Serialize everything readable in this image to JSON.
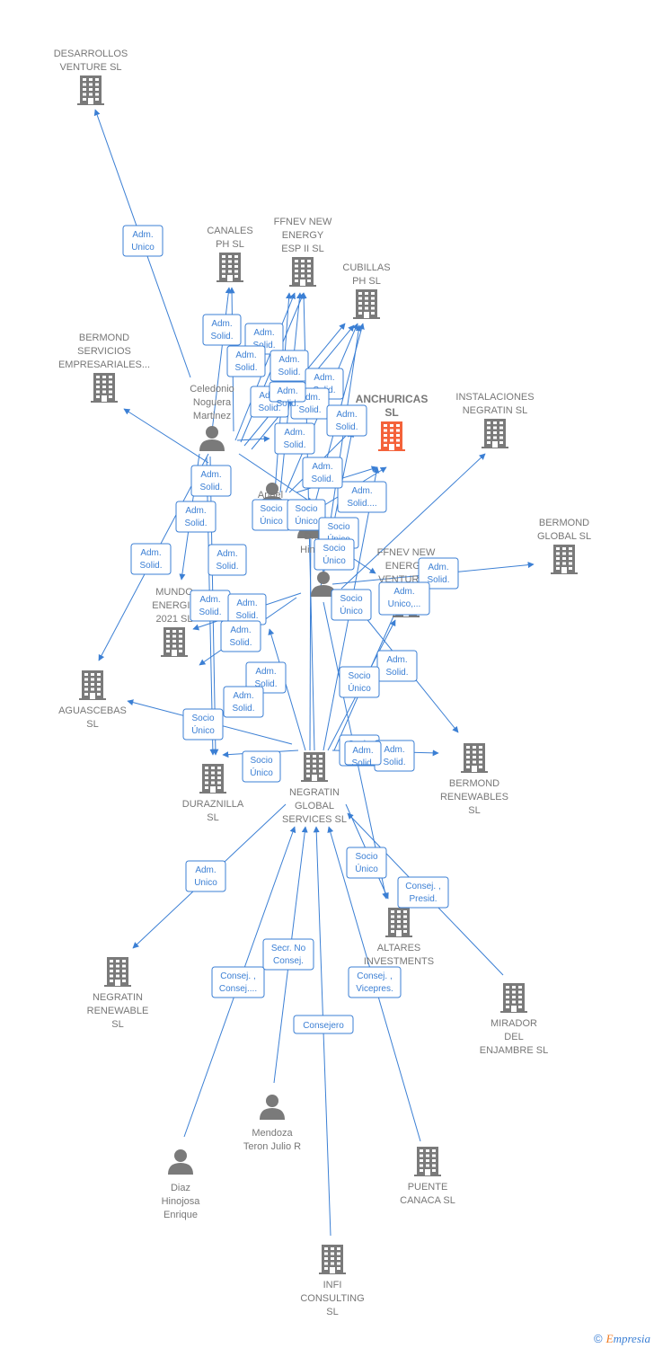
{
  "colors": {
    "edge": "#3b7fd4",
    "node": "#7a7a7a",
    "focus": "#f4623a",
    "label": "#777777"
  },
  "nodes": [
    {
      "id": "desarrollos",
      "type": "company",
      "lines": [
        "DESARROLLOS",
        "VENTURE  SL"
      ]
    },
    {
      "id": "canales",
      "type": "company",
      "lines": [
        "CANALES",
        "PH  SL"
      ]
    },
    {
      "id": "ffnev2",
      "type": "company",
      "lines": [
        "FFNEV NEW",
        "ENERGY",
        "ESP II  SL"
      ]
    },
    {
      "id": "cubillas",
      "type": "company",
      "lines": [
        "CUBILLAS",
        "PH  SL"
      ]
    },
    {
      "id": "bermond_serv",
      "type": "company",
      "lines": [
        "BERMOND",
        "SERVICIOS",
        "EMPRESARIALES..."
      ]
    },
    {
      "id": "anchuricas",
      "type": "company",
      "focus": true,
      "lines": [
        "ANCHURICAS",
        "SL"
      ]
    },
    {
      "id": "instalaciones",
      "type": "company",
      "lines": [
        "INSTALACIONES",
        "NEGRATIN SL"
      ]
    },
    {
      "id": "bermond_global",
      "type": "company",
      "lines": [
        "BERMOND",
        "GLOBAL  SL"
      ]
    },
    {
      "id": "ffnev_venture",
      "type": "company",
      "lines": [
        "FFNEV NEW",
        "ENERGY",
        "VENTURE..."
      ]
    },
    {
      "id": "mundo",
      "type": "company",
      "lines": [
        "MUNDO",
        "ENERGIA",
        "2021  SL"
      ]
    },
    {
      "id": "aguascebas",
      "type": "company",
      "lines": [
        "AGUASCEBAS",
        "SL"
      ]
    },
    {
      "id": "duraznilla",
      "type": "company",
      "lines": [
        "DURAZNILLA",
        "SL"
      ]
    },
    {
      "id": "negratin_global",
      "type": "company",
      "lines": [
        "NEGRATIN",
        "GLOBAL",
        "SERVICES  SL"
      ]
    },
    {
      "id": "bermond_renew",
      "type": "company",
      "lines": [
        "BERMOND",
        "RENEWABLES",
        "SL"
      ]
    },
    {
      "id": "altares",
      "type": "company",
      "lines": [
        "ALTARES",
        "INVESTMENTS"
      ]
    },
    {
      "id": "negratin_renew",
      "type": "company",
      "lines": [
        "NEGRATIN",
        "RENEWABLE",
        "SL"
      ]
    },
    {
      "id": "mirador",
      "type": "company",
      "lines": [
        "MIRADOR",
        "DEL",
        "ENJAMBRE SL"
      ]
    },
    {
      "id": "puente",
      "type": "company",
      "lines": [
        "PUENTE",
        "CANACA SL"
      ]
    },
    {
      "id": "infi",
      "type": "company",
      "lines": [
        "INFI",
        "CONSULTING",
        "SL"
      ]
    },
    {
      "id": "celedonio",
      "type": "person",
      "lines": [
        "Celedonio",
        "Noguera",
        "Martinez"
      ]
    },
    {
      "id": "angel",
      "type": "person",
      "lines": [
        "Angel",
        "Noguera",
        "Martinez"
      ]
    },
    {
      "id": "p_hin",
      "type": "person",
      "lines": [
        "D...",
        "Hin..."
      ]
    },
    {
      "id": "p_center",
      "type": "person",
      "lines": []
    },
    {
      "id": "mendoza",
      "type": "person",
      "lines": [
        "Mendoza",
        "Teron Julio R"
      ]
    },
    {
      "id": "diaz",
      "type": "person",
      "lines": [
        "Diaz",
        "Hinojosa",
        "Enrique"
      ]
    }
  ],
  "badges": [
    [
      "Adm.",
      "Unico"
    ],
    [
      "Adm.",
      "Solid."
    ],
    [
      "Adm.",
      "Solid."
    ],
    [
      "Adm.",
      "Solid."
    ],
    [
      "Adm.",
      "Solid."
    ],
    [
      "Adm.",
      "Solid."
    ],
    [
      "Adm.",
      "Solid."
    ],
    [
      "Adm.",
      "Solid."
    ],
    [
      "Adm.",
      "Solid."
    ],
    [
      "Adm.",
      "Solid."
    ],
    [
      "Adm.",
      "Solid."
    ],
    [
      "Adm.",
      "Solid."
    ],
    [
      "Adm.",
      "Solid...."
    ],
    [
      "Adm.",
      "Solid."
    ],
    [
      "Socio",
      "Único"
    ],
    [
      "Socio",
      "Único"
    ],
    [
      "Socio",
      "Único"
    ],
    [
      "Adm.",
      "Solid."
    ],
    [
      "Adm.",
      "Solid."
    ],
    [
      "Adm.",
      "Solid."
    ],
    [
      "Adm.",
      "Solid."
    ],
    [
      "Adm.",
      "Solid."
    ],
    [
      "Adm.",
      "Solid."
    ],
    [
      "Adm.",
      "Solid."
    ],
    [
      "Adm.",
      "Unico,..."
    ],
    [
      "Socio",
      "Único"
    ],
    [
      "Adm.",
      "Solid."
    ],
    [
      "Socio",
      "Único"
    ],
    [
      "Adm.",
      "Solid."
    ],
    [
      "Socio",
      "Único"
    ],
    [
      "Socio",
      "Único"
    ],
    [
      "Socio",
      "Único"
    ],
    [
      "Adm.",
      "Solid."
    ],
    [
      "Socio",
      "Único"
    ],
    [
      "Adm.",
      "Unico"
    ],
    [
      "Socio",
      "Único"
    ],
    [
      "Consej. ,",
      "Presid."
    ],
    [
      "Secr.  No",
      "Consej."
    ],
    [
      "Consej. ,",
      "Consej...."
    ],
    [
      "Consej. ,",
      "Vicepres."
    ],
    [
      "Consejero"
    ],
    [
      "Adm.",
      "Solid."
    ],
    [
      "Adm.",
      "Solid."
    ]
  ],
  "copyright": {
    "symbol": "©",
    "brand_initial": "E",
    "brand_rest": "mpresia"
  }
}
